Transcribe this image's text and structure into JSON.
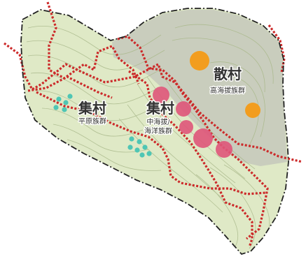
{
  "map": {
    "colors": {
      "land_fill": "#dfe9c6",
      "high_zone_fill": "#c9cdbd",
      "contour": "#a9b88a",
      "boundary": "#222222",
      "red_route": "#cc2a2a",
      "orange_dot": "#f29d1f",
      "pink_dot": "#e0567a",
      "teal_dot": "#4fc6b4"
    },
    "zones": [
      {
        "title": "集村",
        "subtitle_lines": [
          "平原族群"
        ],
        "dot_color": "teal"
      },
      {
        "title": "集村",
        "subtitle_lines": [
          "中海拔/",
          "海洋族群"
        ],
        "dot_color": "pink"
      },
      {
        "title": "散村",
        "subtitle_lines": [
          "高海拔族群"
        ],
        "dot_color": "orange"
      }
    ]
  }
}
